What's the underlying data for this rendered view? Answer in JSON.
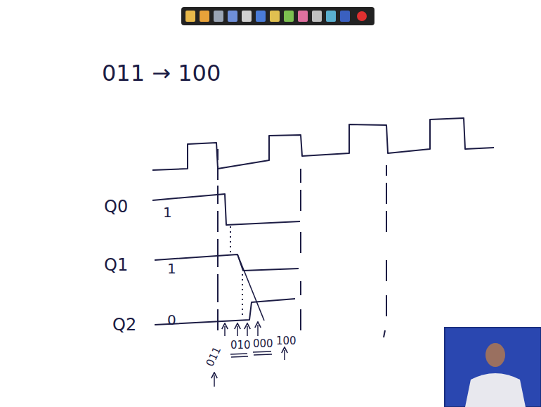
{
  "diagram": {
    "labels": [
      "011 → 100",
      "Q0",
      "Q1",
      "Q2",
      "1",
      "1",
      "0",
      "011",
      "010",
      "000",
      "100"
    ]
  }
}
